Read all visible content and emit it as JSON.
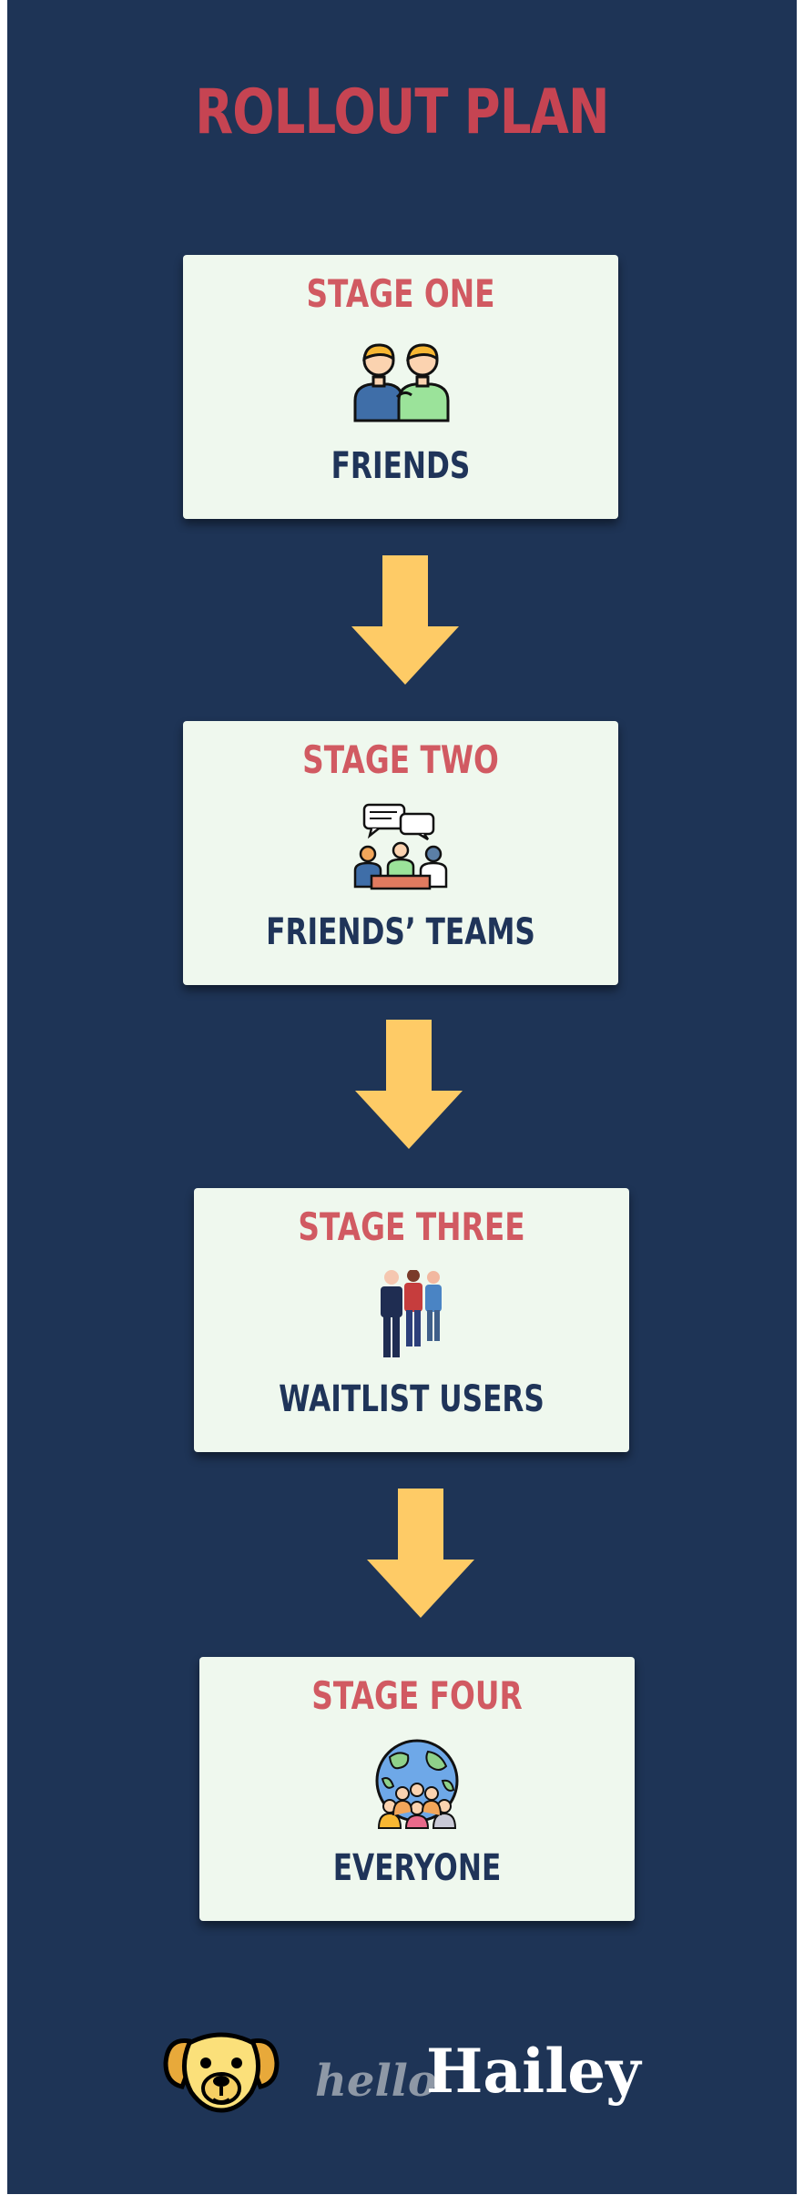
{
  "title": "ROLLOUT PLAN",
  "stages": [
    {
      "label": "STAGE ONE",
      "name": "FRIENDS",
      "icon": "two-friends-icon"
    },
    {
      "label": "STAGE TWO",
      "name": "FRIENDS’ TEAMS",
      "icon": "team-meeting-icon"
    },
    {
      "label": "STAGE THREE",
      "name": "WAITLIST USERS",
      "icon": "user-group-icon"
    },
    {
      "label": "STAGE FOUR",
      "name": "EVERYONE",
      "icon": "globe-people-icon"
    }
  ],
  "brand": {
    "hello": "hello",
    "name": "Hailey",
    "logo_icon": "dog-face-icon"
  },
  "colors": {
    "background": "#1e3456",
    "title": "#c64452",
    "stage_label": "#d15a62",
    "stage_name": "#1f3459",
    "card": "#eff8ee",
    "arrow": "#fecb66"
  }
}
